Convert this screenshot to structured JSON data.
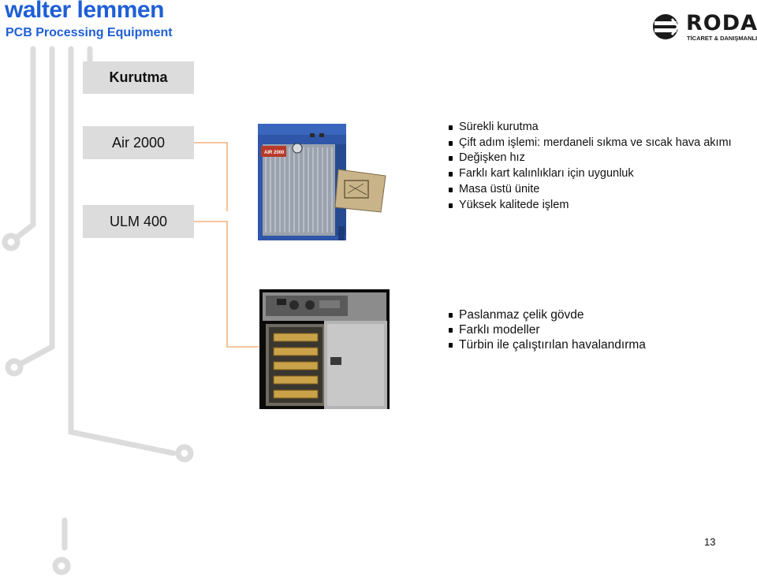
{
  "header": {
    "brand_line1": "walter lemmen",
    "brand_line2": "PCB Processing Equipment",
    "brand_color": "#1f5fd6"
  },
  "partner_logo": {
    "name": "RODA",
    "tagline": "TİCARET & DANIŞMANLIK"
  },
  "section": {
    "title": "Kurutma"
  },
  "models": [
    {
      "label": "Air 2000"
    },
    {
      "label": "ULM 400"
    }
  ],
  "product_1": {
    "photo_label": "AIR 2000",
    "features": [
      "Sürekli kurutma",
      "Çift adım işlemi: merdaneli sıkma ve sıcak hava akımı",
      "Değişken hız",
      "Farklı kart kalınlıkları için uygunluk",
      "Masa üstü ünite",
      "Yüksek kalitede işlem"
    ]
  },
  "product_2": {
    "features": [
      "Paslanmaz çelik gövde",
      "Farklı modeller",
      "Türbin ile çalıştırılan havalandırma"
    ]
  },
  "footer": {
    "page_number": "13"
  }
}
